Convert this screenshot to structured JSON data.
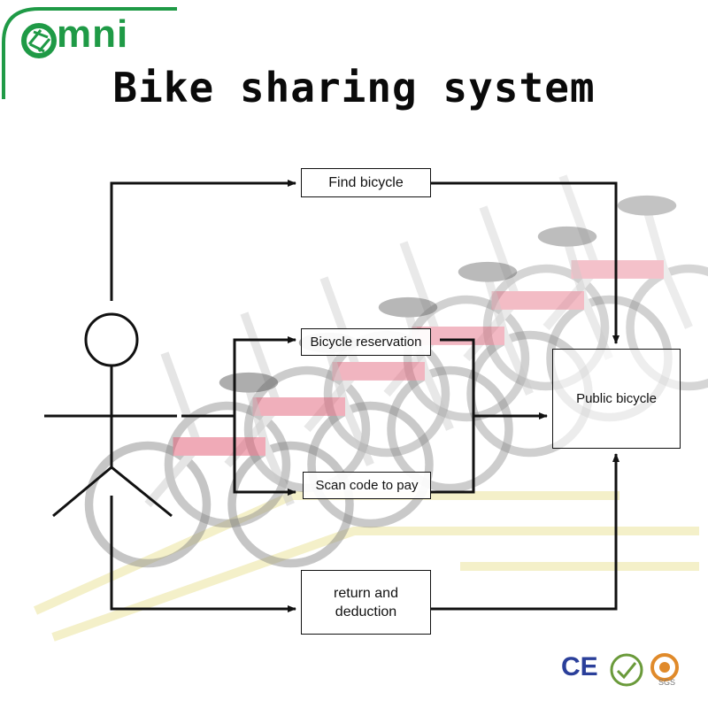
{
  "logo": {
    "text": "mni"
  },
  "title": "Bike sharing system",
  "nodes": {
    "find_bicycle": "Find bicycle",
    "bicycle_reservation": "Bicycle reservation",
    "scan_code_to_pay": "Scan code to pay",
    "return_and_deduction": "return and\ndeduction",
    "public_bicycle": "Public bicycle"
  },
  "badges": {
    "ce": "CE",
    "sgs": "SGS"
  },
  "colors": {
    "brand_green": "#1f9a46",
    "line": "#111111",
    "bike_red": "#e0506a",
    "floor_yellow": "#f3efc4"
  },
  "icons": [
    "stick-figure-icon",
    "bicycle-icon",
    "ce-mark-icon",
    "certificate-icon",
    "sgs-icon"
  ]
}
